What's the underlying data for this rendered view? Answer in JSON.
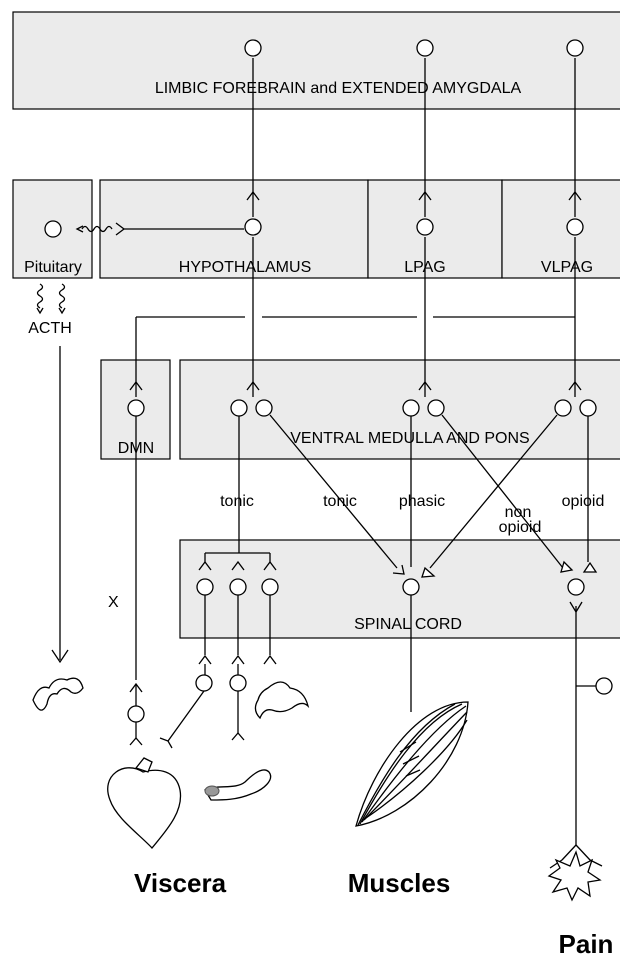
{
  "regions": {
    "limbic": "LIMBIC FOREBRAIN and EXTENDED AMYGDALA",
    "pituitary": "Pituitary",
    "hypothalamus": "HYPOTHALAMUS",
    "lpag": "LPAG",
    "vlpag": "VLPAG",
    "dmn": "DMN",
    "medulla": "VENTRAL MEDULLA AND PONS",
    "spinal": "SPINAL CORD"
  },
  "labels": {
    "acth": "ACTH",
    "x": "X",
    "tonic_1": "tonic",
    "tonic_2": "tonic",
    "phasic": "phasic",
    "non_opioid_1": "non",
    "non_opioid_2": "opioid",
    "opioid": "opioid"
  },
  "targets": {
    "viscera": "Viscera",
    "muscles": "Muscles",
    "pain": "Pain"
  },
  "colors": {
    "box_fill": "#ebebeb",
    "line": "#000000",
    "organ_gray": "#555555"
  }
}
